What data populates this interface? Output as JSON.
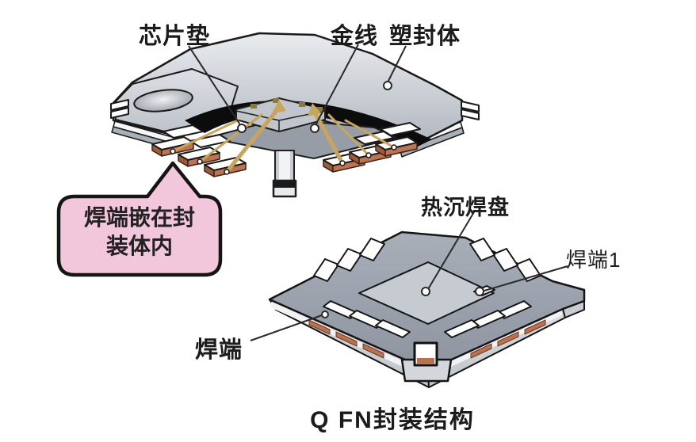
{
  "labels": {
    "chip_pad": "芯片垫",
    "gold_wire": "金线",
    "molding_body": "塑封体",
    "heatsink_pad": "热沉焊盘",
    "terminal_1": "焊端1",
    "terminal": "焊端",
    "caption": "Q FN封装结构"
  },
  "callout": {
    "line1": "焊端嵌在封",
    "line2": "装体内"
  },
  "colors": {
    "callout_pink": "#f2c6db",
    "copper": "#b9714e",
    "gold_wire": "#c9a45c",
    "cavity_black": "#0c0c0c",
    "body_gray": "#c6cbd2",
    "outline": "#1a1a1a"
  }
}
